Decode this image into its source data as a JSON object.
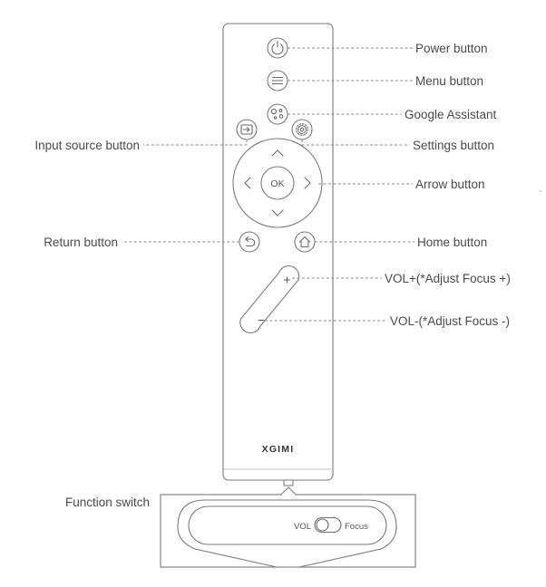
{
  "labels": {
    "power": "Power button",
    "menu": "Menu button",
    "google": "Google Assistant",
    "settings": "Settings button",
    "input": "Input source button",
    "arrow": "Arrow button",
    "return": "Return button",
    "home": "Home button",
    "vol_plus": "VOL+(*Adjust Focus +)",
    "vol_minus": "VOL-(*Adjust Focus -)",
    "function_switch": "Function switch"
  },
  "remote": {
    "brand": "XGIMI",
    "ok": "OK",
    "plus": "+",
    "minus": "−"
  },
  "switch": {
    "left": "VOL",
    "right": "Focus"
  }
}
